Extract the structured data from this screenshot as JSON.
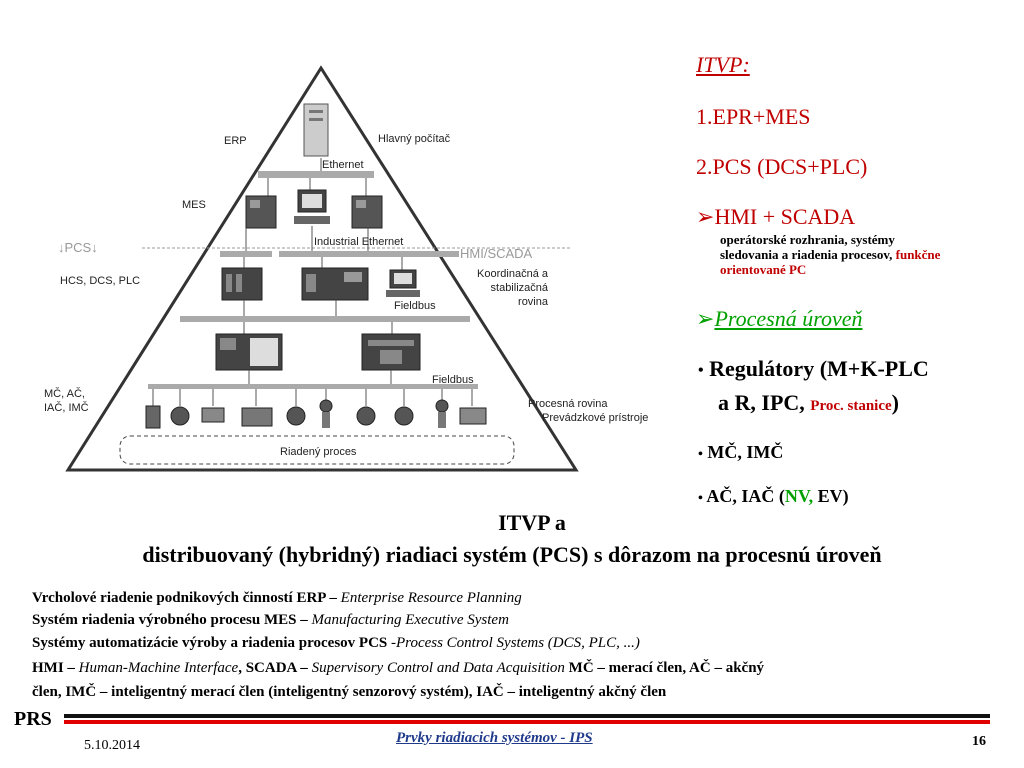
{
  "diagram": {
    "labels": {
      "erp": "ERP",
      "main_computer": "Hlavný počítač",
      "ethernet": "Ethernet",
      "mes": "MES",
      "industrial_ethernet": "Industrial Ethernet",
      "pcs": "↓PCS↓",
      "hmi_scada": "HMI/SCADA",
      "hcs": "HCS, DCS, PLC",
      "coord_1": "Koordinačná a",
      "coord_2": "stabilizačná",
      "coord_3": "rovina",
      "fieldbus_1": "Fieldbus",
      "fieldbus_2": "Fieldbus",
      "mc_1": "MČ, AČ,",
      "mc_2": "IAČ, IMČ",
      "process_level": "Procesná rovina",
      "field_devices": "Prevádzkové prístroje",
      "controlled_process": "Riadený proces"
    }
  },
  "right": {
    "itvp": "ITVP:",
    "item1": "1.EPR+MES",
    "item2": "2.PCS (DCS+PLC)",
    "hmi_head": "HMI + SCADA",
    "hmi_desc1": "operátorské rozhrania, systémy",
    "hmi_desc2": "sledovania a riadenia procesov,",
    "hmi_desc2_red": "funkčne",
    "hmi_desc3": "orientované PC",
    "proc_head": "Procesná úroveň",
    "reg1": "Regulátory (M+K-PLC",
    "reg2a": "a R, IPC,",
    "reg2_red": "Proc. stanice",
    "reg2b": ")",
    "mc": "MČ, IMČ",
    "ac_a": "AČ, IAČ (",
    "ac_nv": "NV,",
    "ac_ev": " EV)"
  },
  "title": {
    "line1": "ITVP a",
    "line2": "distribuovaný (hybridný) riadiaci systém  (PCS) s dôrazom na procesnú úroveň"
  },
  "definitions": {
    "erp_b": "Vrcholové riadenie podnikových činností ERP –",
    "erp_i": "Enterprise Resource Planning",
    "mes_b": "Systém riadenia výrobného procesu MES –",
    "mes_i": "Manufacturing Executive System",
    "pcs_b": "Systémy automatizácie výroby a riadenia procesov PCS",
    "pcs_i": "-Process Control Systems (DCS, PLC, ...)",
    "hmi_b1": "HMI –",
    "hmi_i1": "Human-Machine Interface",
    "hmi_b2": ", SCADA –",
    "hmi_i2": "Supervisory Control and Data Acquisition",
    "hmi_b3": "MČ – merací člen, AČ – akčný",
    "last": "člen, IMČ – inteligentný merací člen (inteligentný senzorový systém), IAČ – inteligentný akčný člen"
  },
  "footer": {
    "logo": "PRS",
    "date": "5.10.2014",
    "center": "Prvky riadiacich systémov - IPS",
    "page": "16"
  }
}
